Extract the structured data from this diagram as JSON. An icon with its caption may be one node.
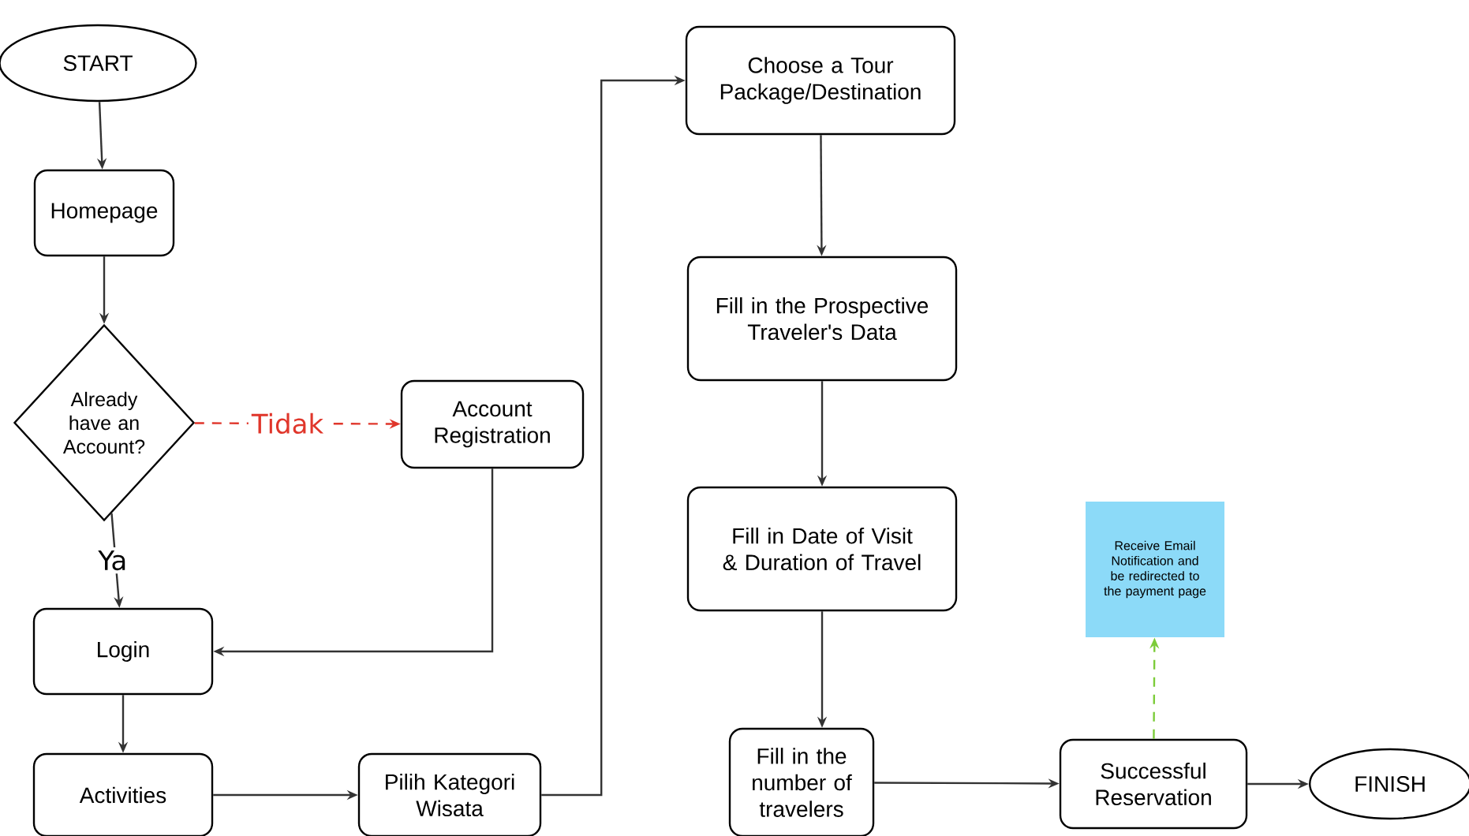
{
  "diagram": {
    "nodes": [
      {
        "text": [
          "START"
        ]
      },
      {
        "text": [
          "Homepage"
        ]
      },
      {
        "text": [
          "Already have an Account?"
        ]
      },
      {
        "text": [
          "Account Registration"
        ]
      },
      {
        "text": [
          "Login"
        ]
      },
      {
        "text": [
          "Activities"
        ]
      },
      {
        "text": [
          "Pilih Kategori Wisata"
        ]
      },
      {
        "text": [
          "Choose a Tour Package/Destination"
        ]
      },
      {
        "text": [
          "Fill in the Prospective Traveler's Data"
        ]
      },
      {
        "text": [
          "Fill in Date of Visit & Duration of Travel"
        ]
      },
      {
        "text": [
          "Fill in the number of travelers"
        ]
      },
      {
        "text": [
          "Receive Email Notification and be redirected to the payment page"
        ]
      },
      {
        "text": [
          "Successful Reservation"
        ]
      },
      {
        "text": [
          "FINISH"
        ]
      }
    ],
    "edges": [
      {
        "from": 0,
        "to": 1,
        "arrow": "to"
      },
      {
        "from": 1,
        "to": 2,
        "arrow": "to"
      },
      {
        "from": 2,
        "to": 3,
        "arrow": "to",
        "label": "Tidak",
        "style": "dashed",
        "color": "#e0362b"
      },
      {
        "from": 2,
        "to": 4,
        "arrow": "to",
        "label": "Ya"
      },
      {
        "from": 3,
        "to": 4,
        "arrow": "to"
      },
      {
        "from": 4,
        "to": 5,
        "arrow": "to"
      },
      {
        "from": 5,
        "to": 6,
        "arrow": "to"
      },
      {
        "from": 6,
        "to": 7,
        "arrow": "to"
      },
      {
        "from": 7,
        "to": 8,
        "arrow": "to"
      },
      {
        "from": 8,
        "to": 9,
        "arrow": "to"
      },
      {
        "from": 9,
        "to": 10,
        "arrow": "to"
      },
      {
        "from": 10,
        "to": 12,
        "arrow": "to"
      },
      {
        "from": 12,
        "to": 11,
        "arrow": "to",
        "style": "dashed",
        "color": "#7ccc3a"
      },
      {
        "from": 12,
        "to": 13,
        "arrow": "to"
      }
    ]
  }
}
